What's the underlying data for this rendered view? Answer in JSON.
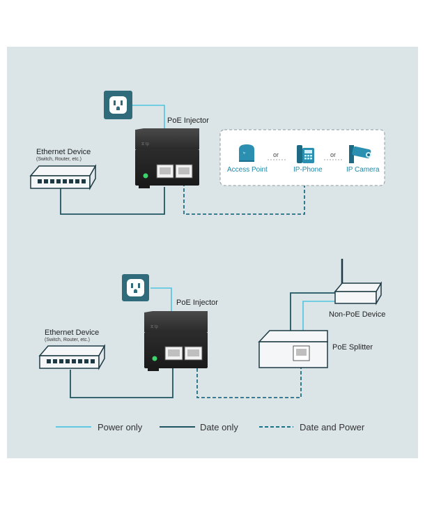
{
  "top": {
    "ethernet_device": {
      "title": "Ethernet Device",
      "subtitle": "(Switch, Router, etc.)"
    },
    "injector_label": "PoE Injector",
    "devices": [
      {
        "label": "Access Point",
        "icon": "access-point-icon"
      },
      {
        "label": "IP-Phone",
        "icon": "ip-phone-icon"
      },
      {
        "label": "IP Camera",
        "icon": "ip-camera-icon"
      }
    ],
    "or_label": "or"
  },
  "bottom": {
    "ethernet_device": {
      "title": "Ethernet Device",
      "subtitle": "(Switch, Router, etc.)"
    },
    "injector_label": "PoE Injector",
    "non_poe_label": "Non-PoE Device",
    "splitter_label": "PoE Splitter"
  },
  "legend": [
    {
      "label": "Power only",
      "style": "solid",
      "color": "#4fc3e0"
    },
    {
      "label": "Date only",
      "style": "solid",
      "color": "#1f5560"
    },
    {
      "label": "Date and Power",
      "style": "dashed",
      "color": "#1f6f86"
    }
  ],
  "colors": {
    "panel_bg": "#dbe5e8",
    "power_line": "#4fc3e0",
    "data_line": "#1f5560",
    "dashed_line": "#1f6f86",
    "outlet_bg": "#2f6b7a",
    "accent": "#1f87a6"
  }
}
